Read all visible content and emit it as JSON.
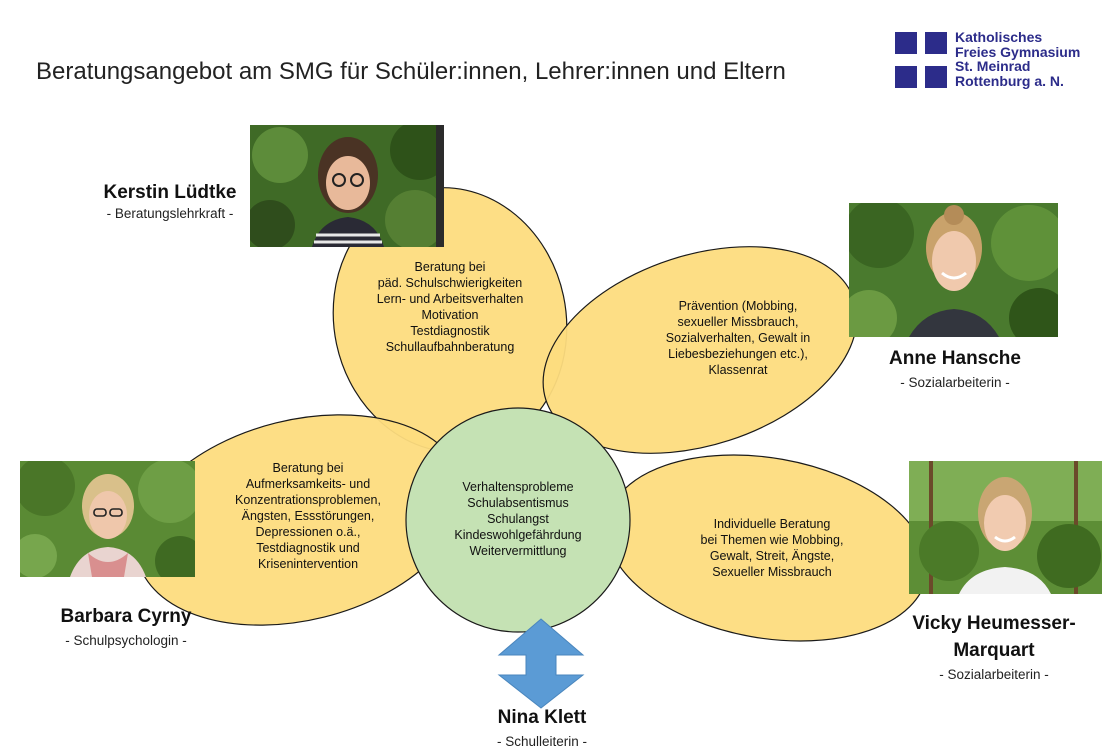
{
  "title": "Beratungsangebot am SMG für Schüler:innen, Lehrer:innen und Eltern",
  "logo": {
    "lines": [
      "Katholisches",
      "Freies Gymnasium",
      "St. Meinrad",
      "Rottenburg a. N."
    ],
    "color": "#2c2c8a"
  },
  "colors": {
    "ellipse_fill": "#fddc7e",
    "ellipse_stroke": "#1a1a1a",
    "circle_fill": "#c5e2b4",
    "arrow_fill": "#5b9bd5",
    "photo_green": "#4a7a2e"
  },
  "petals": {
    "top": [
      "Beratung bei",
      "päd. Schulschwierigkeiten",
      "Lern- und Arbeitsverhalten",
      "Motivation",
      "Testdiagnostik",
      "Schullaufbahnberatung"
    ],
    "right_upper": [
      "Prävention (Mobbing,",
      "sexueller Missbrauch,",
      "Sozialverhalten, Gewalt in",
      "Liebesbeziehungen etc.),",
      "Klassenrat"
    ],
    "left": [
      "Beratung bei",
      "Aufmerksamkeits- und",
      "Konzentrationsproblemen,",
      "Ängsten, Essstörungen,",
      "Depressionen o.ä.,",
      "Testdiagnostik und",
      "Krisenintervention"
    ],
    "right_lower": [
      "Individuelle Beratung",
      "bei Themen wie Mobbing,",
      "Gewalt, Streit, Ängste,",
      "Sexueller Missbrauch"
    ]
  },
  "center": [
    "Verhaltensprobleme",
    "Schulabsentismus",
    "Schulangst",
    "Kindeswohlgefährdung",
    "Weitervermittlung"
  ],
  "people": {
    "kerstin": {
      "name": "Kerstin Lüdtke",
      "role": "- Beratungslehrkraft -"
    },
    "anne": {
      "name": "Anne Hansche",
      "role": "- Sozialarbeiterin -"
    },
    "barbara": {
      "name": "Barbara Cyrny",
      "role": "- Schulpsychologin -"
    },
    "vicky": {
      "name_line1": "Vicky Heumesser-",
      "name_line2": "Marquart",
      "role": "- Sozialarbeiterin -"
    },
    "nina": {
      "name": "Nina Klett",
      "role": "- Schulleiterin -"
    }
  }
}
